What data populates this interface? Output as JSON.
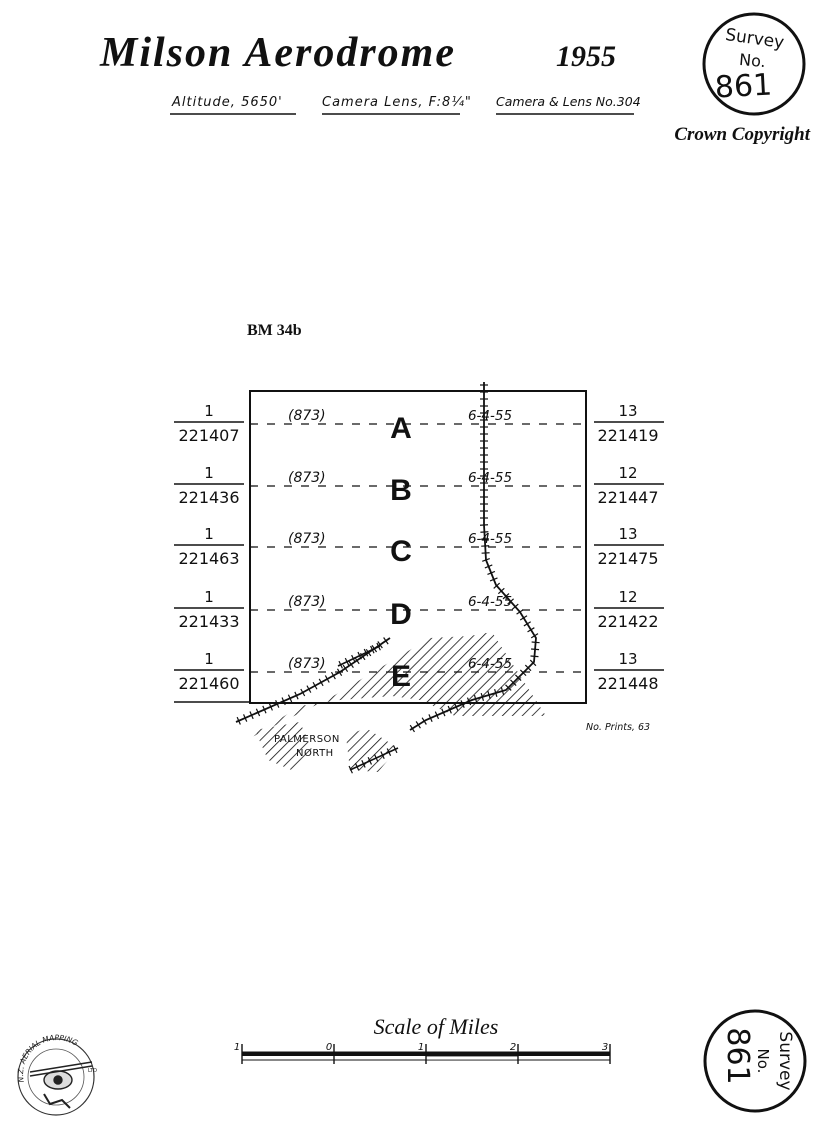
{
  "header": {
    "title": "Milson Aerodrome",
    "year": "1955",
    "altitude": "Altitude, 5650'",
    "camera_lens": "Camera Lens, F:8¼\"",
    "camera_lens_no": "Camera & Lens No.304",
    "copyright": "Crown Copyright"
  },
  "survey": {
    "word": "Survey",
    "no": "No.",
    "number": "861"
  },
  "benchmark": "BM 34b",
  "strips": [
    {
      "letter": "A",
      "ref": "(873)",
      "date": "6-4-55",
      "left_top": "1",
      "left_bottom": "221407",
      "right_top": "13",
      "right_bottom": "221419"
    },
    {
      "letter": "B",
      "ref": "(873)",
      "date": "6-4-55",
      "left_top": "1",
      "left_bottom": "221436",
      "right_top": "12",
      "right_bottom": "221447"
    },
    {
      "letter": "C",
      "ref": "(873)",
      "date": "6-4-55",
      "left_top": "1",
      "left_bottom": "221463",
      "right_top": "13",
      "right_bottom": "221475"
    },
    {
      "letter": "D",
      "ref": "(873)",
      "date": "6-4-55",
      "left_top": "1",
      "left_bottom": "221433",
      "right_top": "12",
      "right_bottom": "221422"
    },
    {
      "letter": "E",
      "ref": "(873)",
      "date": "6-4-55",
      "left_top": "1",
      "left_bottom": "221460",
      "right_top": "13",
      "right_bottom": "221448"
    }
  ],
  "place_label_1": "PALMERSON",
  "place_label_2": "NORTH",
  "no_prints": "No. Prints, 63",
  "scale": {
    "title": "Scale of Miles",
    "ticks": [
      "1",
      "0",
      "1",
      "2",
      "3"
    ]
  },
  "logo": {
    "text": "N.Z. AERIAL MAPPING",
    "suffix": "LTD"
  },
  "colors": {
    "ink": "#111111",
    "paper": "#ffffff"
  }
}
